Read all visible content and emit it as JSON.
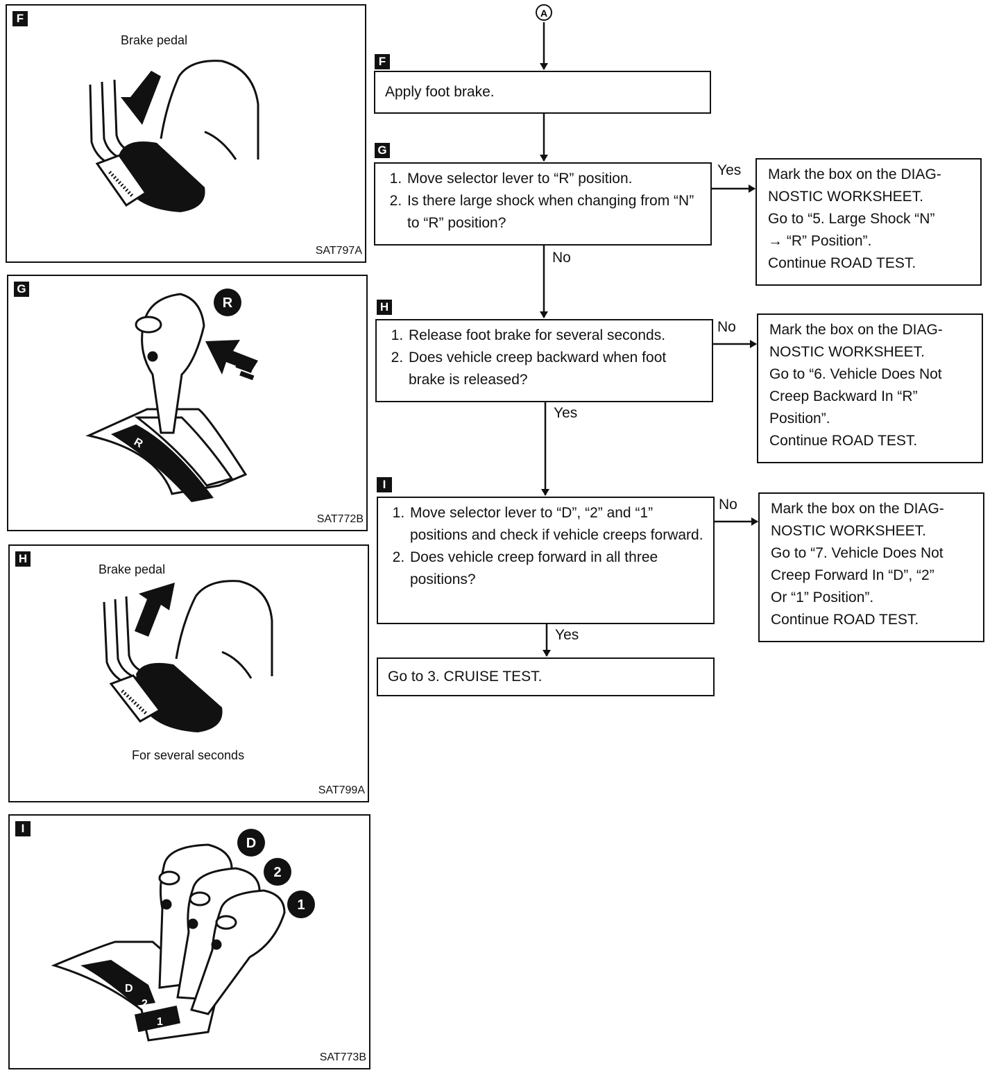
{
  "connector": {
    "label": "A"
  },
  "left_panels": {
    "f": {
      "tag": "F",
      "caption": "Brake pedal",
      "code": "SAT797A"
    },
    "g": {
      "tag": "G",
      "position_badge": "R",
      "gate_label": "R",
      "code": "SAT772B"
    },
    "h": {
      "tag": "H",
      "caption": "Brake pedal",
      "note": "For several seconds",
      "code": "SAT799A"
    },
    "i": {
      "tag": "I",
      "badges": [
        "D",
        "2",
        "1"
      ],
      "gate_labels": [
        "D",
        "2",
        "1"
      ],
      "code": "SAT773B"
    }
  },
  "steps": {
    "f": {
      "tag": "F",
      "text": "Apply foot brake."
    },
    "g": {
      "tag": "G",
      "items": [
        "Move selector lever to “R” position.",
        "Is there large shock when changing from “N” to “R” position?"
      ],
      "yes_label": "Yes",
      "no_label": "No",
      "result": [
        "Mark the box on the DIAG-",
        "NOSTIC WORKSHEET.",
        "Go to “5. Large Shock “N”",
        "→ “R” Position”.",
        "Continue ROAD TEST."
      ]
    },
    "h": {
      "tag": "H",
      "items": [
        "Release foot brake for several seconds.",
        "Does vehicle creep backward when foot brake is released?"
      ],
      "no_label": "No",
      "yes_label": "Yes",
      "result": [
        "Mark the box on the DIAG-",
        "NOSTIC WORKSHEET.",
        "Go to “6. Vehicle Does Not",
        "Creep Backward In “R”",
        "Position”.",
        "Continue ROAD TEST."
      ]
    },
    "i": {
      "tag": "I",
      "items": [
        "Move selector lever to “D”, “2” and “1” positions and check if vehicle creeps forward.",
        "Does vehicle creep forward in all three positions?"
      ],
      "no_label": "No",
      "yes_label": "Yes",
      "result": [
        "Mark the box on the DIAG-",
        "NOSTIC WORKSHEET.",
        "Go to “7. Vehicle Does Not",
        "Creep Forward In “D”, “2”",
        "Or “1” Position”.",
        "Continue ROAD TEST."
      ]
    },
    "end": {
      "text": "Go to 3. CRUISE TEST."
    }
  }
}
